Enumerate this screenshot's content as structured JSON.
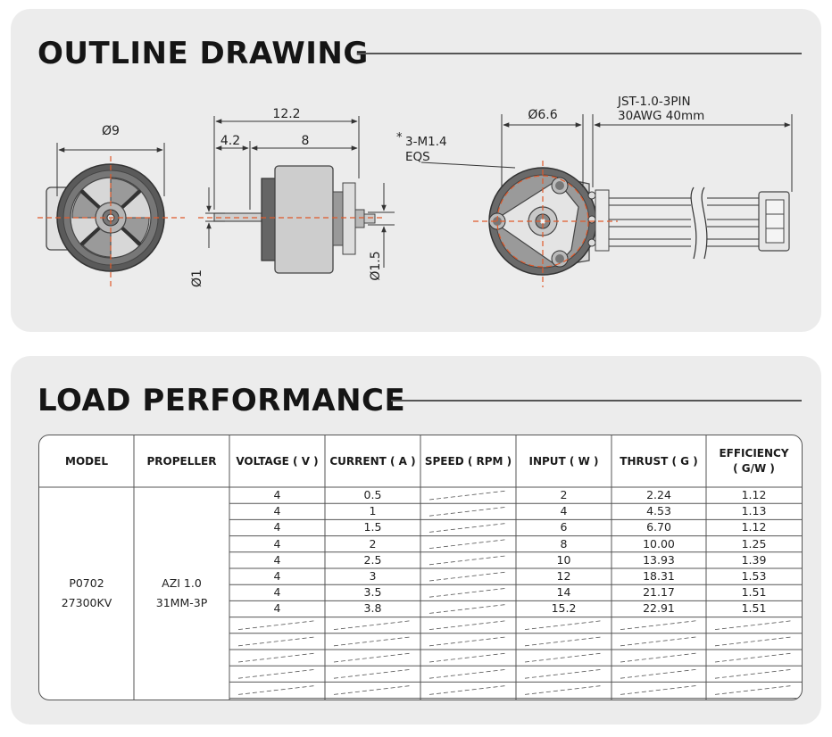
{
  "outline": {
    "title": "OUTLINE DRAWING",
    "dims": {
      "front_diameter": "Ø9",
      "length_total": "12.2",
      "length_shaft": "4.2",
      "length_body": "8",
      "shaft_diameter": "Ø1",
      "boss_diameter": "Ø1.5",
      "rear_diameter": "Ø6.6",
      "screw_note_star": "*",
      "screw_note_1": "3-M1.4",
      "screw_note_2": "EQS",
      "cable_note_1": "JST-1.0-3PIN",
      "cable_note_2": "30AWG 40mm"
    }
  },
  "load": {
    "title": "LOAD PERFORMANCE",
    "headers": [
      "MODEL",
      "PROPELLER",
      "VOLTAGE ( V )",
      "CURRENT ( A )",
      "SPEED ( RPM )",
      "INPUT ( W )",
      "THRUST ( G )",
      "EFFICIENCY\n( G/W )"
    ],
    "model_1": "P0702",
    "model_2": "27300KV",
    "prop_1": "AZI 1.0",
    "prop_2": "31MM-3P",
    "rows": [
      {
        "voltage": "4",
        "current": "0.5",
        "input": "2",
        "thrust": "2.24",
        "efficiency": "1.12"
      },
      {
        "voltage": "4",
        "current": "1",
        "input": "4",
        "thrust": "4.53",
        "efficiency": "1.13"
      },
      {
        "voltage": "4",
        "current": "1.5",
        "input": "6",
        "thrust": "6.70",
        "efficiency": "1.12"
      },
      {
        "voltage": "4",
        "current": "2",
        "input": "8",
        "thrust": "10.00",
        "efficiency": "1.25"
      },
      {
        "voltage": "4",
        "current": "2.5",
        "input": "10",
        "thrust": "13.93",
        "efficiency": "1.39"
      },
      {
        "voltage": "4",
        "current": "3",
        "input": "12",
        "thrust": "18.31",
        "efficiency": "1.53"
      },
      {
        "voltage": "4",
        "current": "3.5",
        "input": "14",
        "thrust": "21.17",
        "efficiency": "1.51"
      },
      {
        "voltage": "4",
        "current": "3.8",
        "input": "15.2",
        "thrust": "22.91",
        "efficiency": "1.51"
      }
    ],
    "empty_rows": 5
  }
}
